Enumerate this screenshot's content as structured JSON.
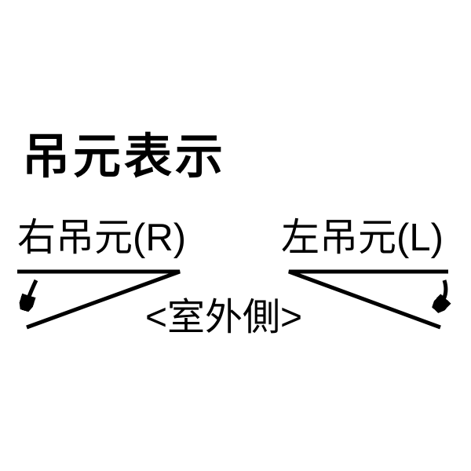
{
  "diagram": {
    "title": "吊元表示",
    "right_hinge_label": "右吊元(R)",
    "left_hinge_label": "左吊元(L)",
    "outdoor_side_label": "<室外側>",
    "colors": {
      "ink": "#000000",
      "background": "#ffffff"
    }
  }
}
